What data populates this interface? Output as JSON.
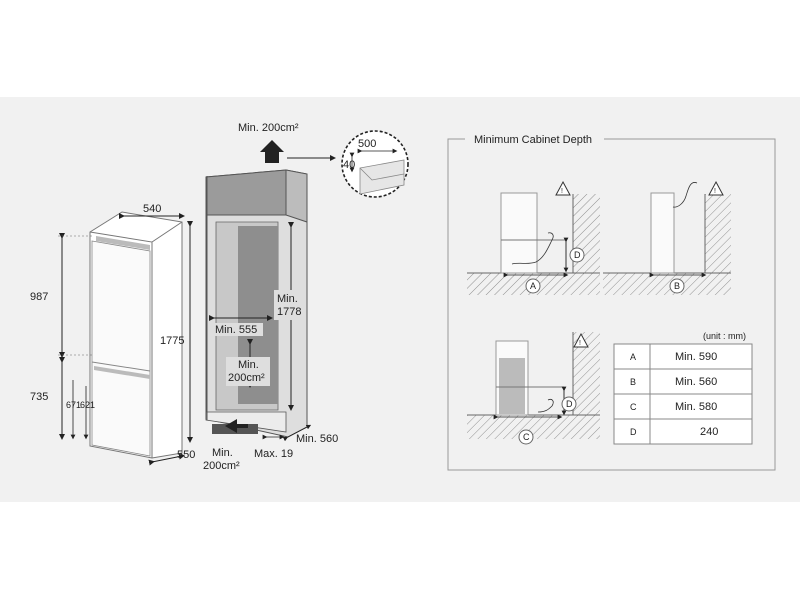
{
  "left_diagram": {
    "width": "540",
    "height_total": "1775",
    "height_upper": "987",
    "height_lower": "735",
    "height_671": "671",
    "height_621": "621",
    "depth": "550"
  },
  "middle_diagram": {
    "top_vent": "Min. 200cm²",
    "cabinet_width_label": "Min. 555",
    "cabinet_height_min": "Min.",
    "cabinet_height_value": "1778",
    "mid_vent_1": "Min.",
    "mid_vent_2": "200cm²",
    "bottom_vent_1": "Min.",
    "bottom_vent_2": "200cm²",
    "depth_max": "Max. 19",
    "depth_min": "Min. 560",
    "detail_500": "500",
    "detail_40": "40"
  },
  "cabinet_depth": {
    "title": "Minimum Cabinet Depth",
    "unit": "(unit : mm)",
    "markers": {
      "a": "A",
      "b": "B",
      "c": "C",
      "d": "D"
    },
    "rows": [
      {
        "key": "A",
        "value": "Min. 590"
      },
      {
        "key": "B",
        "value": "Min. 560"
      },
      {
        "key": "C",
        "value": "Min. 580"
      },
      {
        "key": "D",
        "value": "240"
      }
    ]
  }
}
